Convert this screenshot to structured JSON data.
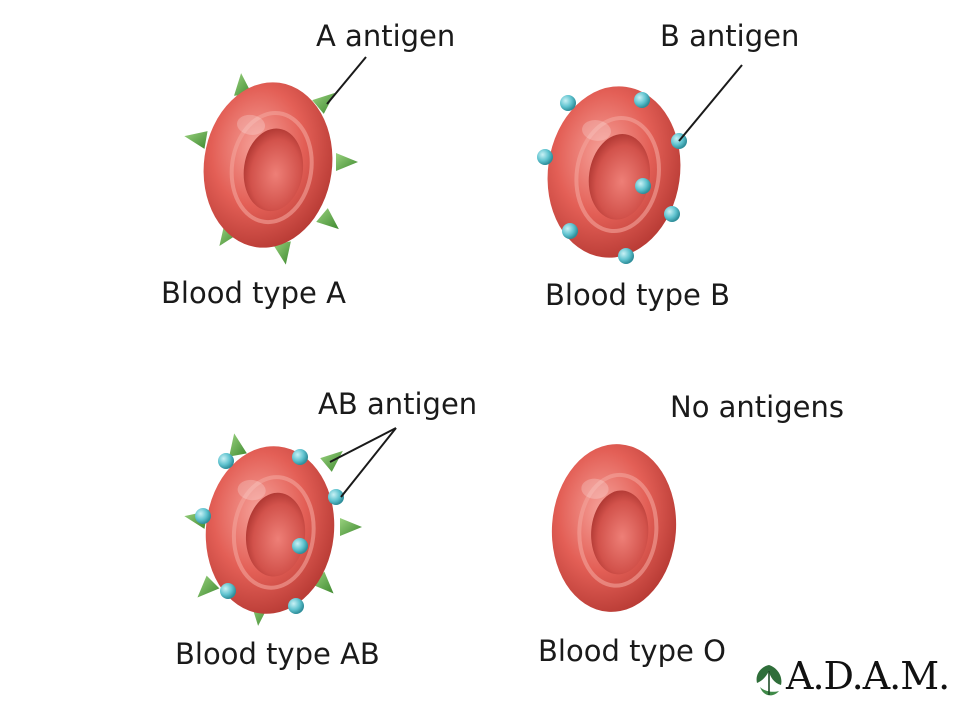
{
  "cells": {
    "a": {
      "caption": "Blood type A",
      "antigen_label": "A antigen"
    },
    "b": {
      "caption": "Blood type B",
      "antigen_label": "B antigen"
    },
    "ab": {
      "caption": "Blood type AB",
      "antigen_label": "AB antigen"
    },
    "o": {
      "caption": "Blood type O",
      "antigen_label": "No antigens"
    }
  },
  "colors": {
    "cell_light": "#f08a82",
    "cell_mid": "#e05a52",
    "cell_dark": "#b83a34",
    "a_antigen": "#5fae4a",
    "b_antigen": "#5fc3cf",
    "leader_line": "#1a1a1a"
  },
  "icons": {
    "a_antigen": "spike-icon",
    "b_antigen": "sphere-icon"
  },
  "logo": {
    "text": "A.D.A.M."
  }
}
